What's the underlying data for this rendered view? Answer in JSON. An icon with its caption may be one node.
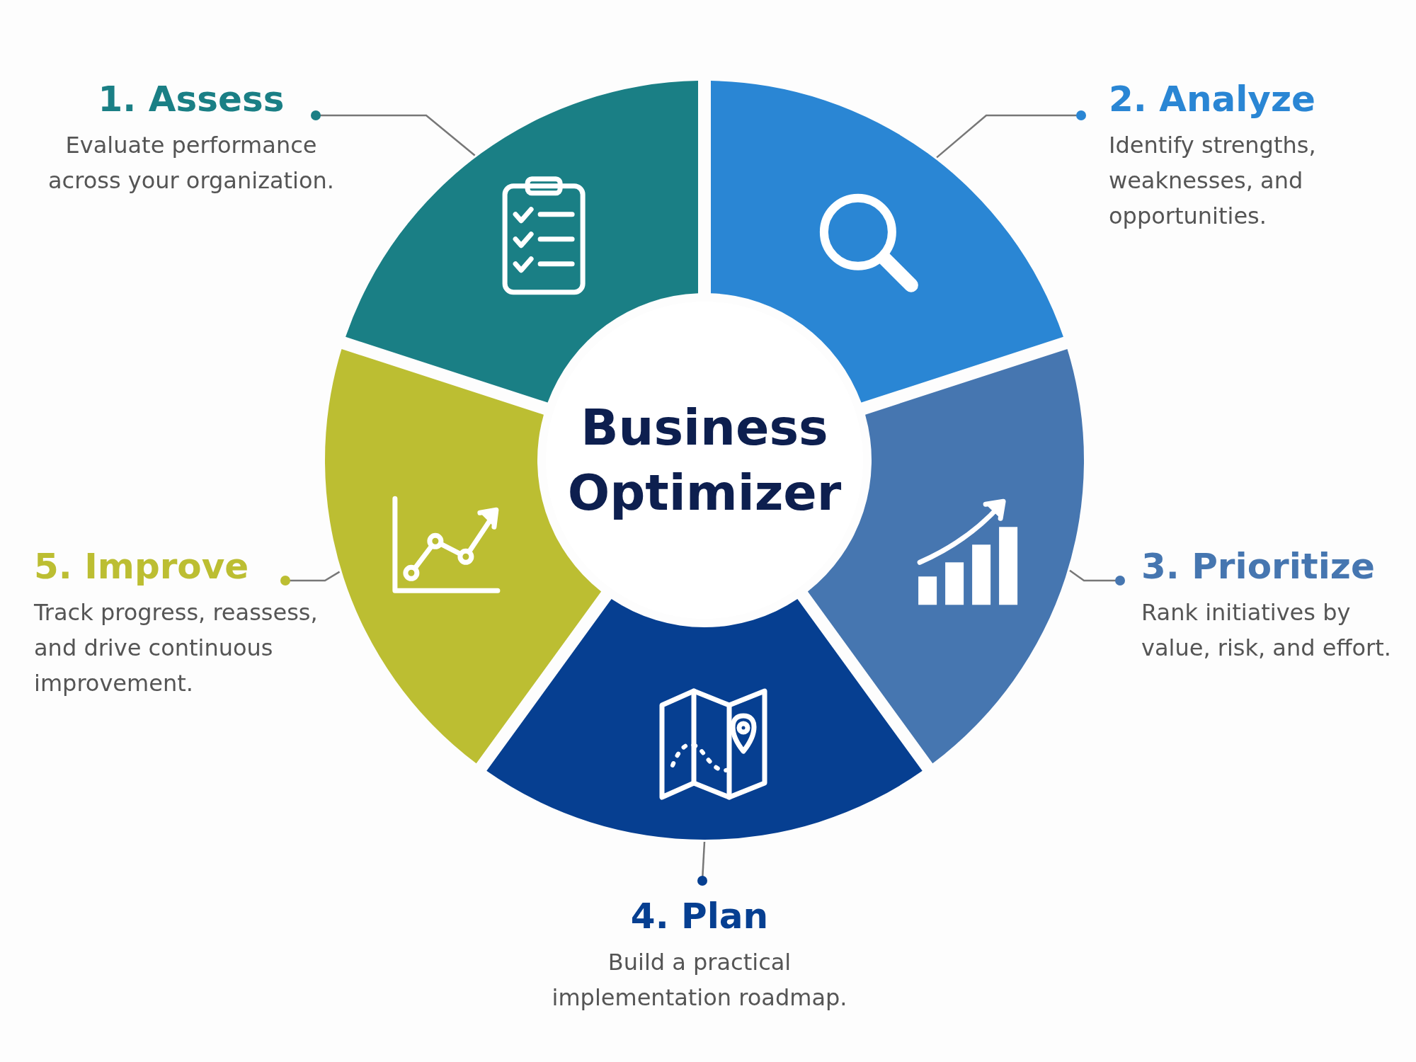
{
  "diagram": {
    "nodes": [
      {
        "text": [
          "Business Optimizer"
        ]
      },
      {
        "text": [],
        "shape": "wedge"
      },
      {
        "text": [],
        "shape": "wedge"
      },
      {
        "text": [],
        "shape": "wedge"
      },
      {
        "text": [],
        "shape": "wedge"
      },
      {
        "text": [],
        "shape": "wedge"
      },
      {
        "text": [
          "1. Assess",
          "Evaluate performance across your organization."
        ]
      },
      {
        "text": [
          "2. Analyze",
          "Identify strengths, weaknesses, and opportunities."
        ]
      },
      {
        "text": [
          "3. Prioritize",
          "Rank initiatives by value, risk, and effort."
        ]
      },
      {
        "text": [
          "4. Plan",
          "Build a practical implementation roadmap."
        ]
      },
      {
        "text": [
          "5. Improve",
          "Track progress, reassess, and drive continuous improvement."
        ]
      }
    ],
    "edges": [
      {
        "from": 6,
        "to": 1,
        "arrow": "other"
      },
      {
        "from": 7,
        "to": 2,
        "arrow": "other"
      },
      {
        "from": 8,
        "to": 3,
        "arrow": "other"
      },
      {
        "from": 9,
        "to": 4,
        "arrow": "other"
      },
      {
        "from": 10,
        "to": 5,
        "arrow": "other"
      }
    ]
  }
}
